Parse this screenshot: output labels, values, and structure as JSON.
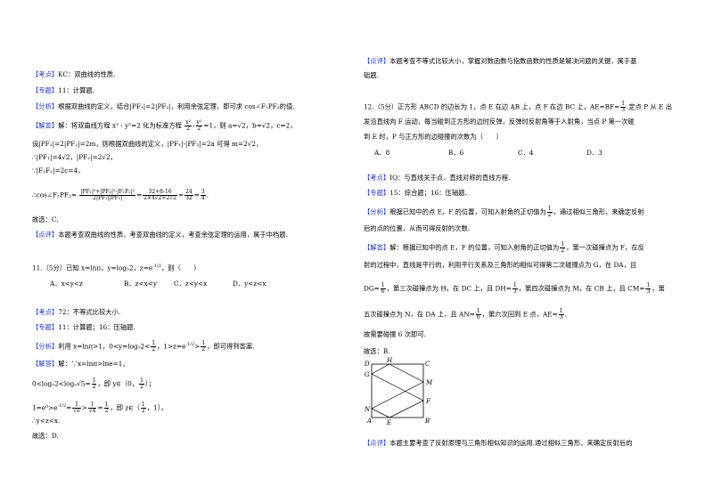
{
  "q10": {
    "kaodian_tag": "【考点】",
    "kaodian": "KC：双曲线的性质.",
    "zhuanti_tag": "【专题】",
    "zhuanti": "11：计算题.",
    "fenxi_tag": "【分析】",
    "fenxi": "根据双曲线的定义，结合|PF₁|=2|PF₂|，利用余弦定理，即可求 cos∠F₁PF₂的值.",
    "jieda_tag": "【解答】",
    "jieda_1a": "解：将双曲线方程 x² - y²=2 化为标准方程",
    "jieda_1_num1": "x²",
    "jieda_1_den1": "2",
    "jieda_1_minus": "-",
    "jieda_1_num2": "y²",
    "jieda_1_den2": "2",
    "jieda_1b": "=1，则 a=√2，b=√2，c=2，",
    "jieda_2": "设|PF₁|=2|PF₂|=2m，则根据双曲线的定义，|PF₁|-|PF₂|=2a 可得 m=2√2，",
    "jieda_3": "∴|PF₁|=4√2，|PF₂|=2√2，",
    "jieda_4": "∵|F₁F₂|=2c=4，",
    "jieda_5a": "∴cos∠F₁PF₂=",
    "jieda_5_num": "|PF₁|²+|PF₂|²-|F₁F₂|²",
    "jieda_5_den": "2|PF₁||PF₂|",
    "jieda_5_eq": "=",
    "jieda_5_num2": "32+8-16",
    "jieda_5_den2": "2×4√2×2√2",
    "jieda_5_num3": "24",
    "jieda_5_den3": "32",
    "jieda_5_num4": "3",
    "jieda_5_den4": "4",
    "jieda_6": "故选：C.",
    "dianping_tag": "【点评】",
    "dianping": "本题考查双曲线的性质，考查双曲线的定义，考查余弦定理的运用，属于中档题."
  },
  "q11": {
    "stem_a": "11.（5分）已知 x=lnπ，y=log₅2，",
    "stem_z": "z=e",
    "stem_exp": "-1/2",
    "stem_b": "，则（　　）",
    "options": [
      "A．x<y<z",
      "B．z<x<y",
      "C．z<y<x",
      "D．y<z<x"
    ],
    "kaodian_tag": "【考点】",
    "kaodian": "72：不等式比较大小.",
    "zhuanti_tag": "【专题】",
    "zhuanti": "11：计算题；16：压轴题.",
    "fenxi_tag": "【分析】",
    "fenxi_a": "利用 x=lnπ>1，0<y=log₅2<",
    "fenxi_f1n": "1",
    "fenxi_f1d": "2",
    "fenxi_b": "，1>z=e",
    "fenxi_exp": "-1/2",
    "fenxi_c": ">",
    "fenxi_f2n": "1",
    "fenxi_f2d": "2",
    "fenxi_d": "，即可得到答案.",
    "jieda_tag": "【解答】",
    "jieda_1": "解：∵x=lnπ>lne=1，",
    "jieda_2a": "0<log₅2<log₅√5=",
    "jieda_2_f1n": "1",
    "jieda_2_f1d": "2",
    "jieda_2b": "，即 y∈（0，",
    "jieda_2_f2n": "1",
    "jieda_2_f2d": "2",
    "jieda_2c": "）；",
    "jieda_3a": "1=e⁰>",
    "jieda_3_e": "e",
    "jieda_3_exp": "-1/2",
    "jieda_3b": "=",
    "jieda_3_f1n": "1",
    "jieda_3_f1d": "√e",
    "jieda_3c": ">",
    "jieda_3_f2n": "1",
    "jieda_3_f2d": "√4",
    "jieda_3d": "=",
    "jieda_3_f3n": "1",
    "jieda_3_f3d": "2",
    "jieda_3e": "，即 z∈（",
    "jieda_3_f4n": "1",
    "jieda_3_f4d": "2",
    "jieda_3f": "，1），",
    "jieda_4": "∴y<z<x.",
    "jieda_5": "故选：D."
  },
  "q12": {
    "prev_dianping_tag": "【点评】",
    "prev_dianping_1": "本题考查不等式比较大小，掌握对数函数与指数函数的性质是解决问题的关键，属于基",
    "prev_dianping_2": "础题.",
    "stem_1a": "12.（5分）正方形 ABCD 的边长为 1，点 E 在边 AB 上，点 F 在边 BC 上，AE=BF=",
    "stem_1_fn": "1",
    "stem_1_fd": "3",
    "stem_1b": ".定点 P 从 E 出",
    "stem_2": "发沿直线向 F 运动，每当碰到正方形的边时反弹，反弹时反射角等于入射角，当点 P 第一次碰",
    "stem_3": "到 E 时，P 与正方形的边碰撞的次数为（　　）",
    "options": [
      "A．8",
      "B．6",
      "C．4",
      "D．3"
    ],
    "kaodian_tag": "【考点】",
    "kaodian": "IQ：与直线关于点、直线对称的直线方程.",
    "zhuanti_tag": "【专题】",
    "zhuanti": "15：综合题；16：压轴题.",
    "fenxi_tag": "【分析】",
    "fenxi_1a": "根据已知中的点 E，F 的位置，可知入射角的正切值为",
    "fenxi_1_fn": "1",
    "fenxi_1_fd": "2",
    "fenxi_1b": "，通过相似三角形，来确定反射",
    "fenxi_2": "后的点的位置，从而可得反射的次数.",
    "jieda_tag": "【解答】",
    "jieda_1a": "解：根据已知中的点 E，F 的位置，可知入射角的正切值为",
    "jieda_1_fn": "1",
    "jieda_1_fd": "2",
    "jieda_1b": "，第一次碰撞点为 F，在反",
    "jieda_2": "射的过程中，直线是平行的，利用平行关系及三角形的相似可得第二次碰撞点为 G，在 DA，且",
    "jieda_3a": "DG=",
    "jieda_3_f1n": "1",
    "jieda_3_f1d": "6",
    "jieda_3b": "，第三次碰撞点为 H，在 DC 上，且 DH=",
    "jieda_3_f2n": "1",
    "jieda_3_f2d": "3",
    "jieda_3c": "，第四次碰撞点为 M，在 CB 上，且 CM=",
    "jieda_3_f3n": "1",
    "jieda_3_f3d": "3",
    "jieda_3d": "，第",
    "jieda_4a": "五次碰撞点为 N，在 DA 上，且 AN=",
    "jieda_4_f1n": "1",
    "jieda_4_f1d": "6",
    "jieda_4b": "，第六次回到 E 点，AE=",
    "jieda_4_f2n": "1",
    "jieda_4_f2d": "3",
    "jieda_4c": ".",
    "jieda_5": "故需要碰撞 6 次即可.",
    "jieda_6": "故选：B.",
    "figure_labels": {
      "D": "D",
      "H": "H",
      "C": "C",
      "G": "G",
      "M": "M",
      "F": "F",
      "N": "N",
      "A": "A",
      "E": "E",
      "B": "B"
    },
    "dianping_tag": "【点评】",
    "dianping": "本题主要考查了反射原理与三角形相似知识的运用.通过相似三角形，来确定反射后的"
  },
  "colors": {
    "tag": "#1a34c8",
    "text": "#000000"
  }
}
